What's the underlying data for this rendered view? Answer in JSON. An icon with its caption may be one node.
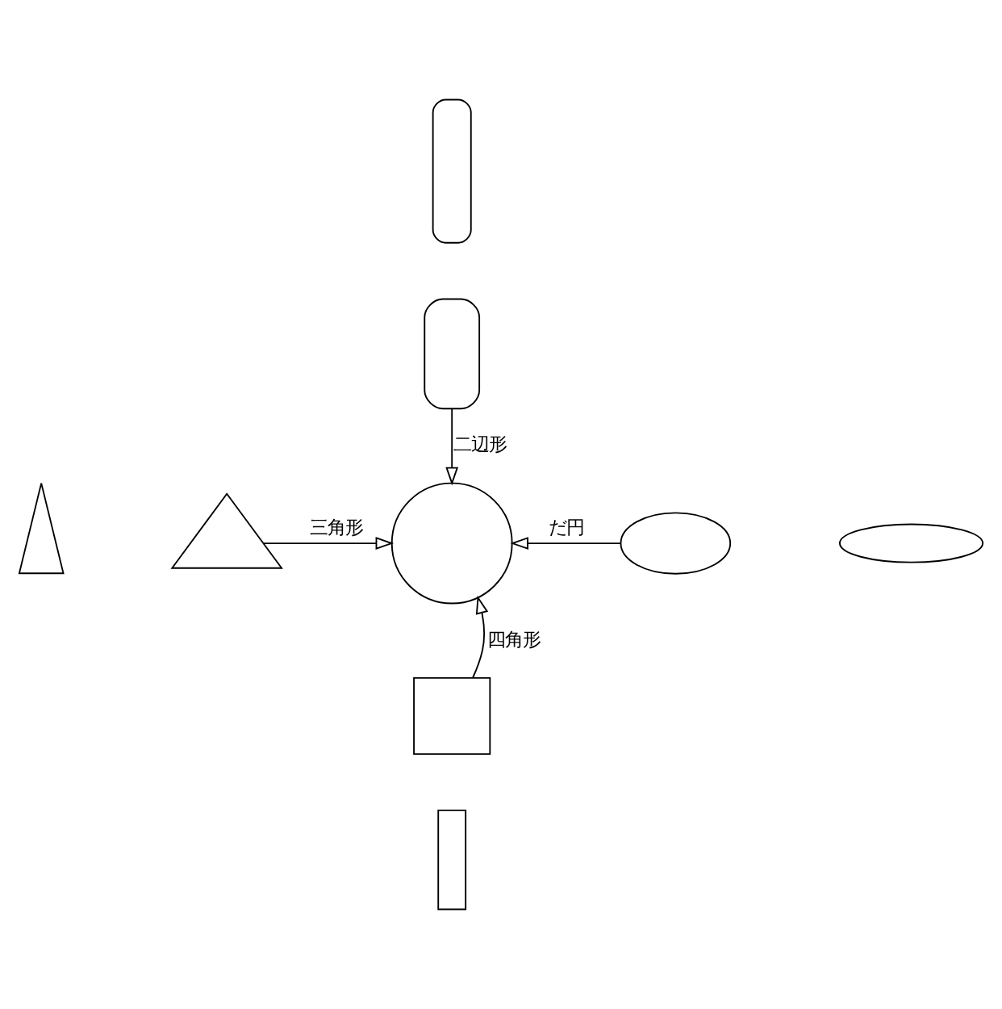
{
  "diagram": {
    "nodes": [
      {
        "text": [],
        "shape": "capsule"
      },
      {
        "text": [],
        "shape": "capsule"
      },
      {
        "text": [],
        "shape": "triangle"
      },
      {
        "text": [],
        "shape": "triangle"
      },
      {
        "text": [],
        "shape": "circle"
      },
      {
        "text": [],
        "shape": "ellipse"
      },
      {
        "text": [],
        "shape": "ellipse"
      },
      {
        "text": [],
        "shape": "box"
      },
      {
        "text": [],
        "shape": "bar"
      }
    ],
    "edges": [
      {
        "from": 1,
        "to": 4,
        "arrow": "to",
        "label": "二辺形"
      },
      {
        "from": 3,
        "to": 4,
        "arrow": "to",
        "label": "三角形"
      },
      {
        "from": 5,
        "to": 4,
        "arrow": "to",
        "label": "だ円"
      },
      {
        "from": 7,
        "to": 4,
        "arrow": "to",
        "label": "四角形"
      }
    ]
  }
}
